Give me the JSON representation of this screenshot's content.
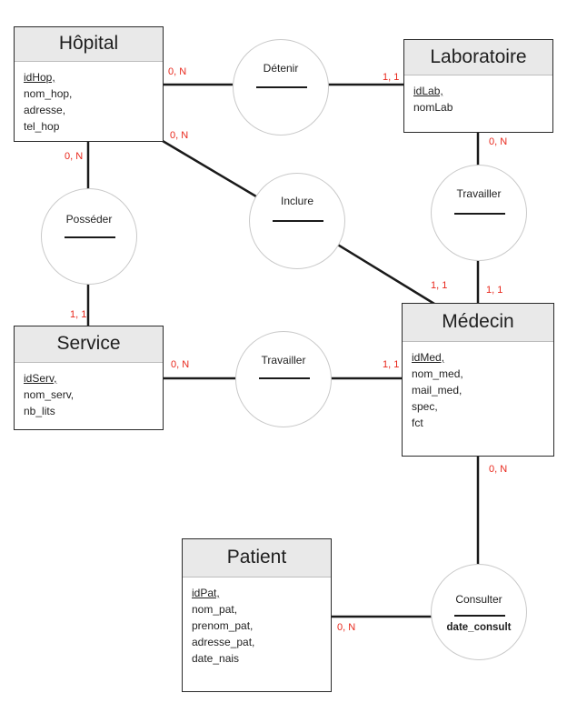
{
  "entities": {
    "hopital": {
      "title": "Hôpital",
      "pk": "idHop,",
      "attributes": [
        "nom_hop,",
        "adresse,",
        "tel_hop"
      ]
    },
    "laboratoire": {
      "title": "Laboratoire",
      "pk": "idLab,",
      "attributes": [
        "nomLab"
      ]
    },
    "service": {
      "title": "Service",
      "pk": "idServ,",
      "attributes": [
        "nom_serv,",
        "nb_lits"
      ]
    },
    "medecin": {
      "title": "Médecin",
      "pk": "idMed,",
      "attributes": [
        "nom_med,",
        "mail_med,",
        "spec,",
        "fct"
      ]
    },
    "patient": {
      "title": "Patient",
      "pk": "idPat,",
      "attributes": [
        "nom_pat,",
        "prenom_pat,",
        "adresse_pat,",
        "date_nais"
      ]
    }
  },
  "associations": {
    "detenir": {
      "name": "Détenir"
    },
    "inclure": {
      "name": "Inclure"
    },
    "posseder": {
      "name": "Posséder"
    },
    "travailler_lab": {
      "name": "Travailler"
    },
    "travailler_service": {
      "name": "Travailler"
    },
    "consulter": {
      "name": "Consulter",
      "attribute": "date_consult"
    }
  },
  "cardinalities": {
    "hopital_detenir": "0, N",
    "laboratoire_detenir": "1, 1",
    "hopital_inclure": "0, N",
    "medecin_inclure": "1, 1",
    "hopital_posseder": "0, N",
    "service_posseder": "1, 1",
    "laboratoire_travailler": "0, N",
    "medecin_travailler_lab": "1, 1",
    "service_travailler": "0, N",
    "medecin_travailler_service": "1, 1",
    "medecin_consulter": "0, N",
    "patient_consulter": "0, N"
  },
  "colors": {
    "line": "#1a1a1a",
    "entity_header": "#e9e9e9",
    "association_border": "#c9c9c9",
    "cardinality": "#e8271b"
  }
}
